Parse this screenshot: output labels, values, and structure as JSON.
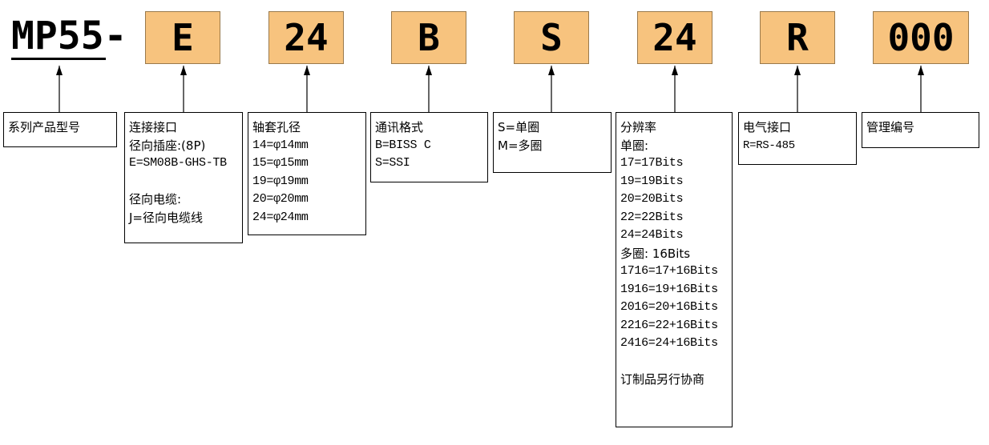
{
  "prefix": "MP55-",
  "codes": [
    "E",
    "24",
    "B",
    "S",
    "24",
    "R",
    "000"
  ],
  "descriptions": {
    "series": [
      "系列产品型号"
    ],
    "connector": [
      "连接接口",
      "径向插座:(8P)",
      "E=SM08B-GHS-TB",
      "",
      "径向电缆:",
      "J=径向电缆线"
    ],
    "bore": [
      "轴套孔径",
      "14=φ14mm",
      "15=φ15mm",
      "19=φ19mm",
      "20=φ20mm",
      "24=φ24mm"
    ],
    "protocol": [
      "通讯格式",
      "B=BISS C",
      "S=SSI"
    ],
    "turns": [
      "S=单圈",
      "M=多圈"
    ],
    "resolution": [
      "分辨率",
      "单圈:",
      "17=17Bits",
      "19=19Bits",
      "20=20Bits",
      "22=22Bits",
      "24=24Bits",
      "多圈: 16Bits",
      "1716=17+16Bits",
      "1916=19+16Bits",
      "2016=20+16Bits",
      "2216=22+16Bits",
      "2416=24+16Bits",
      "",
      "订制品另行协商"
    ],
    "electrical": [
      "电气接口",
      "R=RS-485"
    ],
    "management": [
      "管理编号"
    ]
  }
}
